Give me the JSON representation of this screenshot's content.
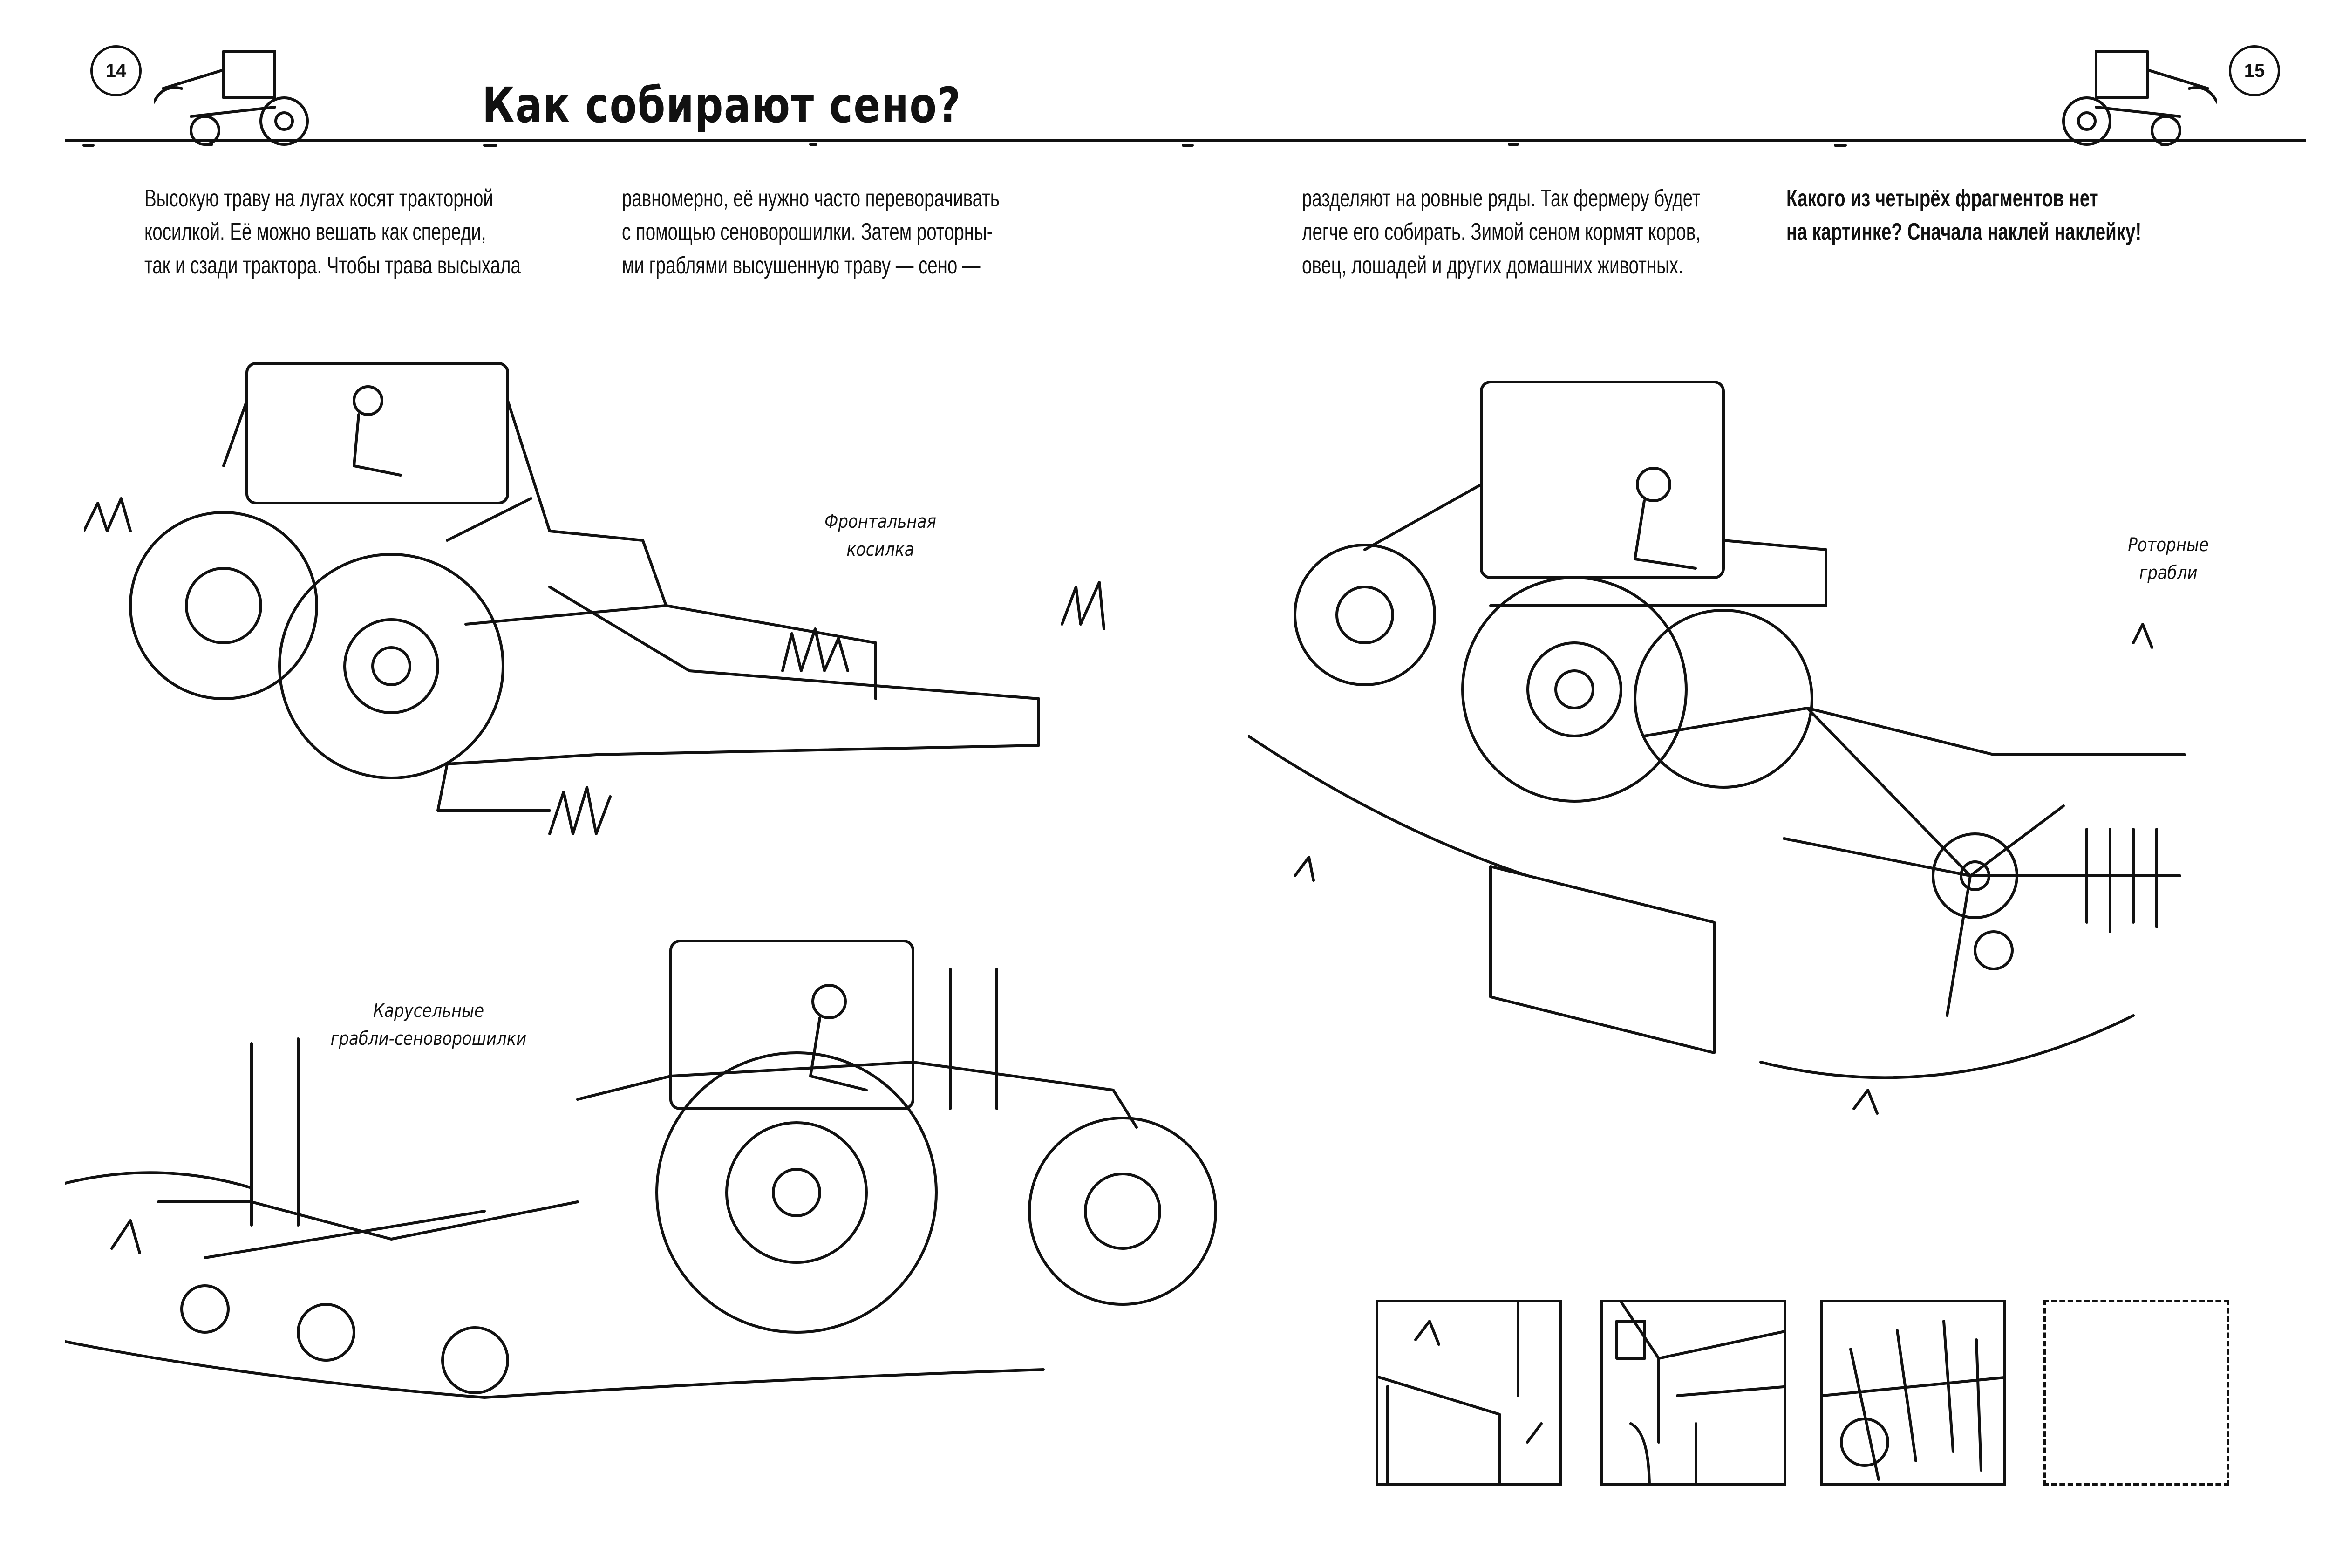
{
  "page_numbers": {
    "left": "14",
    "right": "15"
  },
  "title": "Как собирают сено?",
  "text_columns": [
    [
      "Высокую траву на лугах косят тракторной",
      "косилкой. Её можно вешать как спереди,",
      "так и сзади трактора. Чтобы трава высыхала"
    ],
    [
      "равномерно, её нужно часто переворачивать",
      "с помощью сеноворошилки. Затем роторны-",
      "ми граблями высушенную траву — сено —"
    ],
    [
      "разделяют на ровные ряды. Так фермеру будет",
      "легче его собирать. Зимой сеном кормят коров,",
      "овец, лошадей и других домашних животных."
    ]
  ],
  "task": [
    "Какого из четырёх фрагментов нет",
    "на картинке? Сначала наклей наклейку!"
  ],
  "labels": {
    "front_mower": [
      "Фронтальная",
      "косилка"
    ],
    "rotary_rake": [
      "Роторные",
      "грабли"
    ],
    "carousel_rake": [
      "Карусельные",
      "грабли-сеноворошилки"
    ]
  },
  "fragments": [
    "fragment-rake-board",
    "fragment-tractor-hood",
    "fragment-rake-tines",
    "sticker-placeholder"
  ]
}
